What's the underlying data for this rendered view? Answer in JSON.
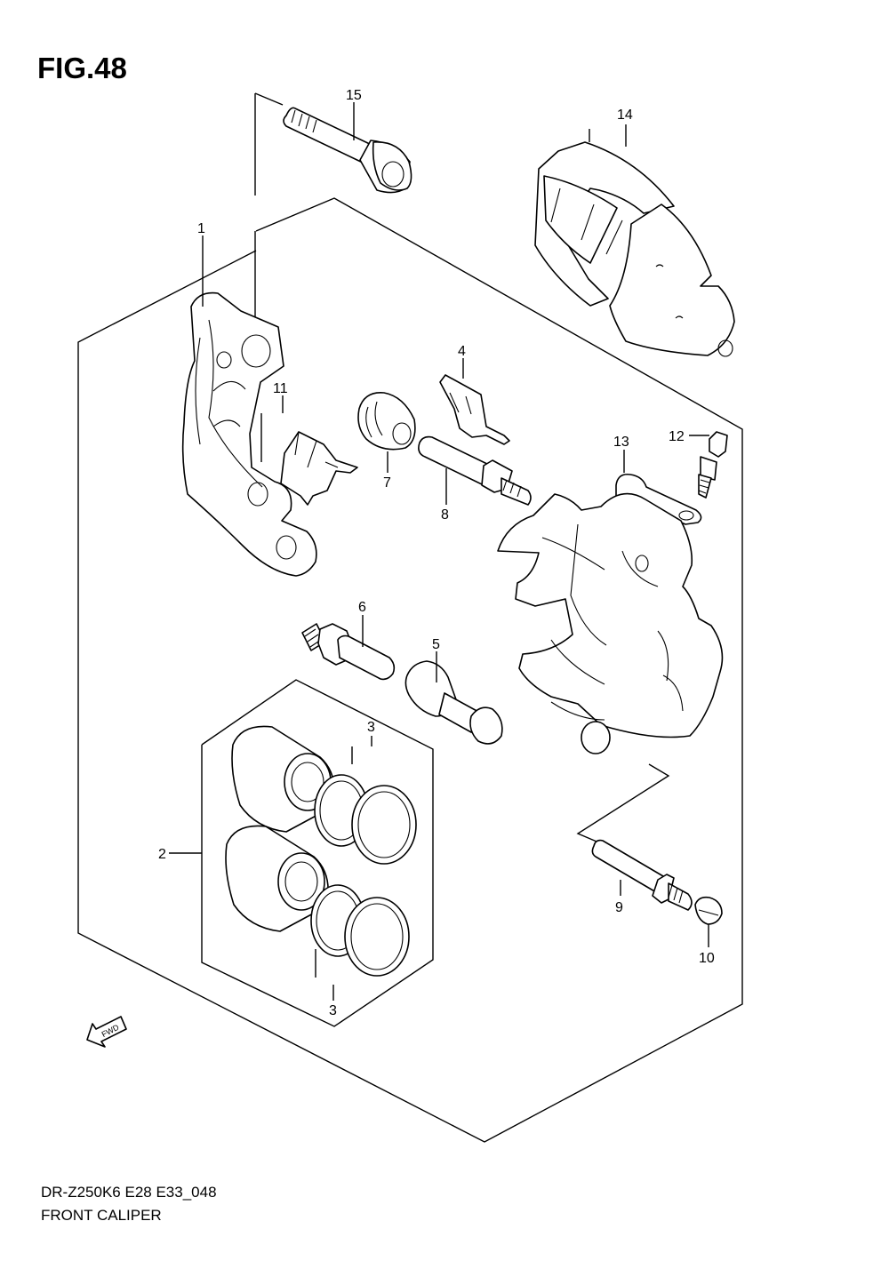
{
  "figure": {
    "title": "FIG.48",
    "model_code": "DR-Z250K6 E28 E33_048",
    "name": "FRONT CALIPER"
  },
  "callouts": {
    "c1": "1",
    "c2": "2",
    "c3a": "3",
    "c3b": "3",
    "c4": "4",
    "c5": "5",
    "c6": "6",
    "c7": "7",
    "c8": "8",
    "c9": "9",
    "c10": "10",
    "c11": "11",
    "c12": "12",
    "c13": "13",
    "c14": "14",
    "c15": "15"
  },
  "direction_arrow": {
    "label": "FWD"
  },
  "colors": {
    "line": "#000000",
    "background": "#ffffff"
  }
}
